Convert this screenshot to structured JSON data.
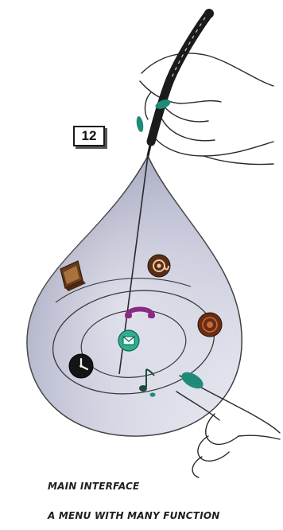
{
  "panel": {
    "number": "12"
  },
  "captions": {
    "line1": "MAIN INTERFACE",
    "line2": "A MENU WITH MANY FUNCTION"
  },
  "menu_icons": [
    {
      "name": "laptop-icon"
    },
    {
      "name": "at-sign-icon"
    },
    {
      "name": "phone-handset-icon"
    },
    {
      "name": "mail-envelope-icon"
    },
    {
      "name": "sound-speaker-icon"
    },
    {
      "name": "clock-icon"
    },
    {
      "name": "music-note-icon"
    }
  ],
  "colors": {
    "drop_fill": "#b9bcd2",
    "accent_teal": "#1f8a78",
    "phone_purple": "#8a2a86",
    "icon_brown": "#6a3a1c",
    "ink": "#1a1a1a"
  }
}
